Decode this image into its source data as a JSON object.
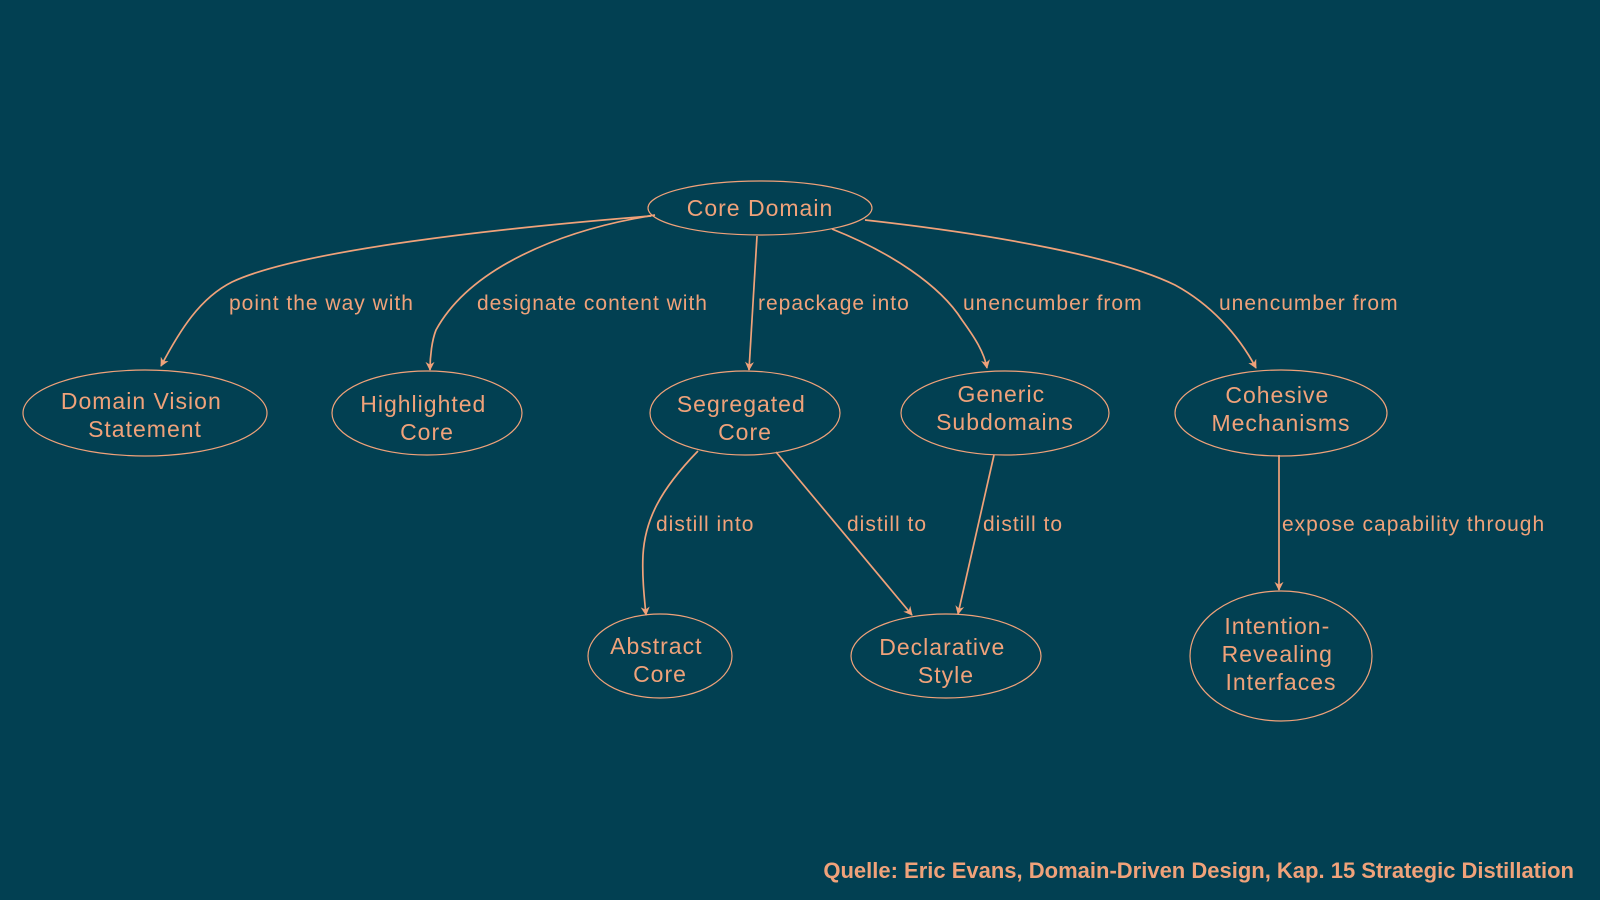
{
  "theme": {
    "background": "#024052",
    "accent": "#F0A27A"
  },
  "nodes": {
    "core_domain": [
      "Core Domain"
    ],
    "domain_vision_statement": [
      "Domain Vision",
      "Statement"
    ],
    "highlighted_core": [
      "Highlighted",
      "Core"
    ],
    "segregated_core": [
      "Segregated",
      "Core"
    ],
    "generic_subdomains": [
      "Generic",
      "Subdomains"
    ],
    "cohesive_mechanisms": [
      "Cohesive",
      "Mechanisms"
    ],
    "abstract_core": [
      "Abstract",
      "Core"
    ],
    "declarative_style": [
      "Declarative",
      "Style"
    ],
    "intention_revealing_interfaces": [
      "Intention-",
      "Revealing",
      "Interfaces"
    ]
  },
  "edges": [
    {
      "from": "core_domain",
      "to": "domain_vision_statement",
      "label": "point the way with"
    },
    {
      "from": "core_domain",
      "to": "highlighted_core",
      "label": "designate content with"
    },
    {
      "from": "core_domain",
      "to": "segregated_core",
      "label": "repackage into"
    },
    {
      "from": "core_domain",
      "to": "generic_subdomains",
      "label": "unencumber from"
    },
    {
      "from": "core_domain",
      "to": "cohesive_mechanisms",
      "label": "unencumber from"
    },
    {
      "from": "segregated_core",
      "to": "abstract_core",
      "label": "distill into"
    },
    {
      "from": "segregated_core",
      "to": "declarative_style",
      "label": "distill to"
    },
    {
      "from": "generic_subdomains",
      "to": "declarative_style",
      "label": "distill to"
    },
    {
      "from": "cohesive_mechanisms",
      "to": "intention_revealing_interfaces",
      "label": "expose capability through"
    }
  ],
  "source_note": "Quelle: Eric Evans, Domain-Driven Design, Kap. 15 Strategic Distillation"
}
